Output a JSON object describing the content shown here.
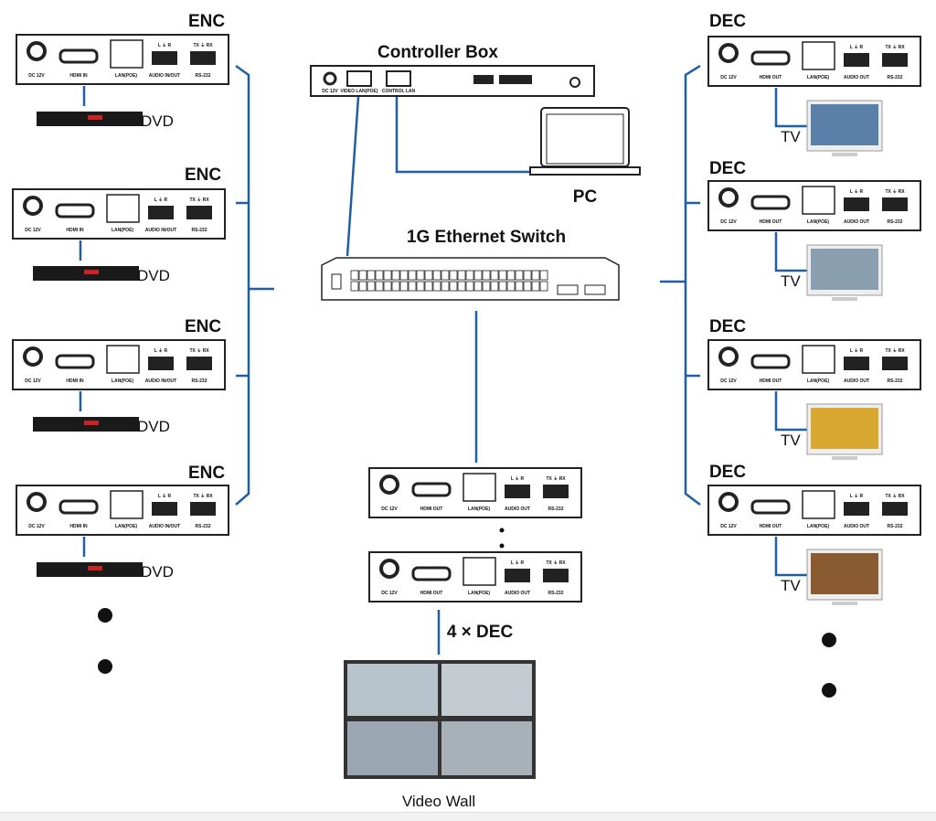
{
  "colors": {
    "link": "#1f5fa8",
    "device": "#222222"
  },
  "encoder": {
    "title": "ENC",
    "ports": [
      "DC 12V",
      "HDMI IN",
      "LAN(POE)",
      "AUDIO IN/OUT",
      "RS-232"
    ],
    "audio_top": "L ⏚ R",
    "rs_top": "TX ⏚ RX",
    "source": "DVD"
  },
  "decoder": {
    "title": "DEC",
    "ports": [
      "DC 12V",
      "HDMI OUT",
      "LAN(POE)",
      "AUDIO OUT",
      "RS-232"
    ],
    "audio_top": "L ⏚ R",
    "rs_top": "TX ⏚ RX",
    "display": "TV"
  },
  "controller": {
    "title": "Controller Box",
    "ports": [
      "DC 12V",
      "VIDEO LAN(POE)",
      "CONTROL LAN"
    ]
  },
  "pc": {
    "label": "PC"
  },
  "switch": {
    "title": "1G Ethernet Switch"
  },
  "wall": {
    "count_label": "4 × DEC",
    "label": "Video Wall"
  }
}
